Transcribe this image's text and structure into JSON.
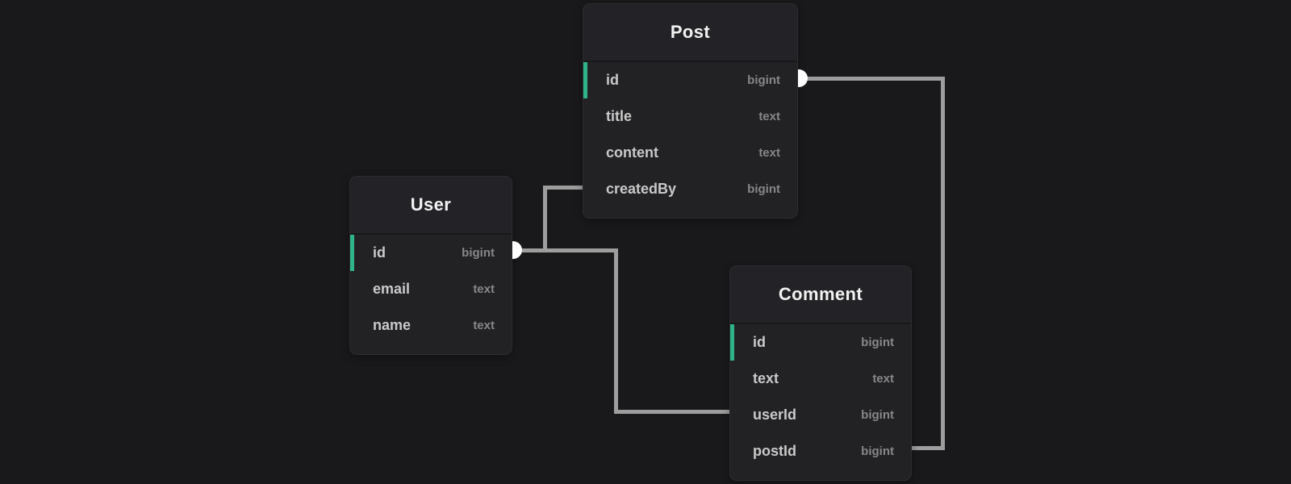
{
  "diagram": {
    "background_color": "#19191b",
    "card_color": "#222225",
    "primary_key_accent_color": "#2eb486",
    "relationship_line_color": "#9d9d9d",
    "connector_color": "#ffffff"
  },
  "tables": {
    "post": {
      "title": "Post",
      "fields": [
        {
          "name": "id",
          "type": "bigint",
          "primary": true
        },
        {
          "name": "title",
          "type": "text",
          "primary": false
        },
        {
          "name": "content",
          "type": "text",
          "primary": false
        },
        {
          "name": "createdBy",
          "type": "bigint",
          "primary": false
        }
      ]
    },
    "user": {
      "title": "User",
      "fields": [
        {
          "name": "id",
          "type": "bigint",
          "primary": true
        },
        {
          "name": "email",
          "type": "text",
          "primary": false
        },
        {
          "name": "name",
          "type": "text",
          "primary": false
        }
      ]
    },
    "comment": {
      "title": "Comment",
      "fields": [
        {
          "name": "id",
          "type": "bigint",
          "primary": true
        },
        {
          "name": "text",
          "type": "text",
          "primary": false
        },
        {
          "name": "userId",
          "type": "bigint",
          "primary": false
        },
        {
          "name": "postId",
          "type": "bigint",
          "primary": false
        }
      ]
    }
  },
  "relationships": [
    {
      "from": "User.id",
      "to": "Post.createdBy"
    },
    {
      "from": "User.id",
      "to": "Comment.userId"
    },
    {
      "from": "Post.id",
      "to": "Comment.postId"
    }
  ]
}
